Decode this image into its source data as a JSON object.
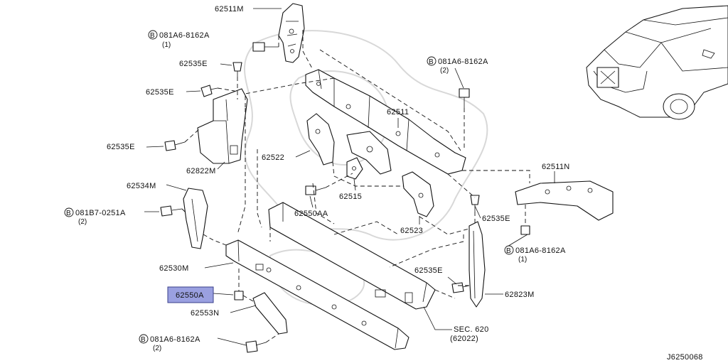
{
  "diagram": {
    "ref_code": "J6250068",
    "callouts": {
      "c62511M": "62511M",
      "bolt_top_left": "081A6-8162A",
      "bolt_top_left_qty": "(1)",
      "c62535E_1": "62535E",
      "c62535E_2": "62535E",
      "c62535E_3": "62535E",
      "c62822M": "62822M",
      "c62522": "62522",
      "c62511": "62511",
      "bolt_top_right": "081A6-8162A",
      "bolt_top_right_qty": "(2)",
      "c62511N": "62511N",
      "c62534M": "62534M",
      "bolt_left": "081B7-0251A",
      "bolt_left_qty": "(2)",
      "c62515": "62515",
      "c62550AA": "62550AA",
      "c62523": "62523",
      "c62535E_4": "62535E",
      "bolt_right": "081A6-8162A",
      "bolt_right_qty": "(1)",
      "c62530M": "62530M",
      "c62535E_5": "62535E",
      "c62550A": "62550A",
      "c62823M": "62823M",
      "c62553N": "62553N",
      "sec_ref": "SEC. 620",
      "sec_ref_code": "(62022)",
      "bolt_bottom": "081A6-8162A",
      "bolt_bottom_qty": "(2)"
    },
    "bolt_marker": "B",
    "highlight_color": "#9aa0e0"
  }
}
